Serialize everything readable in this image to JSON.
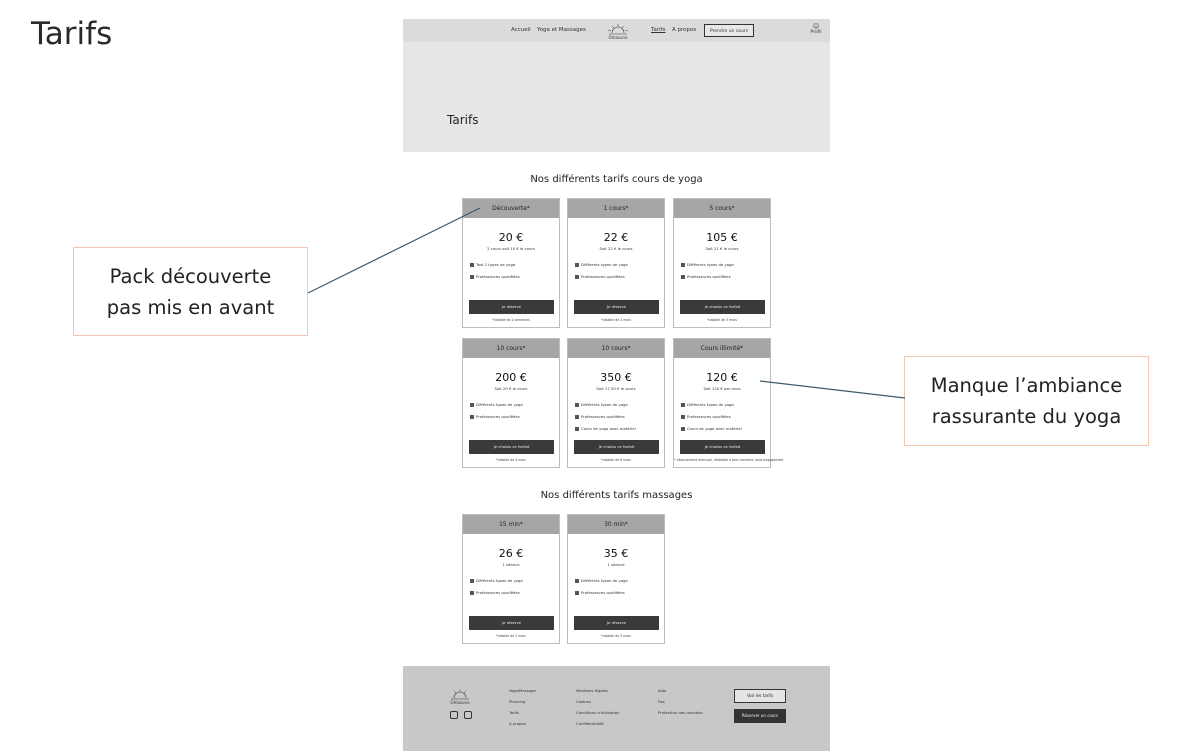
{
  "slide_title": "Tarifs",
  "nav": {
    "accueil": "Accueil",
    "yoga_massages": "Yoga et Massages",
    "logo_text": "Omasuno",
    "tarifs": "Tarifs",
    "apropos": "A propos",
    "prendre_cours": "Prendre un cours",
    "profil": "Profil"
  },
  "hero": {
    "title": "Tarifs"
  },
  "yoga": {
    "title": "Nos différents tarifs cours de yoga",
    "cards": [
      {
        "name": "Découverte*",
        "price": "20 €",
        "sub": "2 cours soit 10 € le cours",
        "features": [
          "Test 2 types de yoga",
          "Professeures qualifiées"
        ],
        "cta": "Je réserve",
        "note": "*valable de 2 semaines"
      },
      {
        "name": "1 cours*",
        "price": "22 €",
        "sub": "Soit 22 € le cours",
        "features": [
          "Différents types de yoga",
          "Professeures qualifiées"
        ],
        "cta": "Je réserve",
        "note": "*valable de 2 mois"
      },
      {
        "name": "5 cours*",
        "price": "105 €",
        "sub": "Soit 21 € le cours",
        "features": [
          "Différents types de yoga",
          "Professeures qualifiées"
        ],
        "cta": "Je choisis ce forfait",
        "note": "*valable de 3 mois"
      },
      {
        "name": "10 cours*",
        "price": "200 €",
        "sub": "Soit 20 € le cours",
        "features": [
          "Différents types de yoga",
          "Professeures qualifiées"
        ],
        "cta": "Je choisis ce forfait",
        "note": "*valable de 4 mois"
      },
      {
        "name": "10 cours*",
        "price": "350 €",
        "sub": "Soit 17,50 € le cours",
        "features": [
          "Différents types de yoga",
          "Professeures qualifiées",
          "Cours de yoga avec matériel"
        ],
        "cta": "Je choisis ce forfait",
        "note": "*valable de 6 mois"
      },
      {
        "name": "Cours illimité*",
        "price": "120 €",
        "sub": "Soit 120 € par mois",
        "features": [
          "Différents types de yoga",
          "Professeures qualifiées",
          "Cours de yoga avec matériel"
        ],
        "cta": "Je choisis ce forfait",
        "note": "* Abonnement mensuel, résiliable à tout moment, sans engagement"
      }
    ]
  },
  "massages": {
    "title": "Nos différents tarifs massages",
    "cards": [
      {
        "name": "15 min*",
        "price": "26 €",
        "sub": "1 séance",
        "features": [
          "Différents types de yoga",
          "Professeures qualifiées"
        ],
        "cta": "Je réserve",
        "note": "*valable de 2 mois"
      },
      {
        "name": "30 min*",
        "price": "35 €",
        "sub": "1 séance",
        "features": [
          "Différents types de yoga",
          "Professeures qualifiées"
        ],
        "cta": "Je réserve",
        "note": "*valable de 3 mois"
      }
    ]
  },
  "footer": {
    "logo_text": "Omasuno",
    "col1": [
      "Yoga/Massage",
      "Planning",
      "Tarifs",
      "A propos"
    ],
    "col2": [
      "Mentions légales",
      "Cookies",
      "Conditions d'utilisation",
      "Confidentialité"
    ],
    "col3": [
      "Aide",
      "Faq",
      "Protection des données"
    ],
    "btn_tarifs": "Voir les tarifs",
    "btn_reserver": "Réserver un cours"
  },
  "callouts": {
    "left": [
      "Pack découverte",
      "pas mis en avant"
    ],
    "right": [
      "Manque l’ambiance",
      "rassurante du yoga"
    ]
  },
  "colors": {
    "accent_border": "#f3c6ad",
    "card_header": "#a6a6a6",
    "cta": "#3a3a3a",
    "connector": "#3d5a6b"
  }
}
